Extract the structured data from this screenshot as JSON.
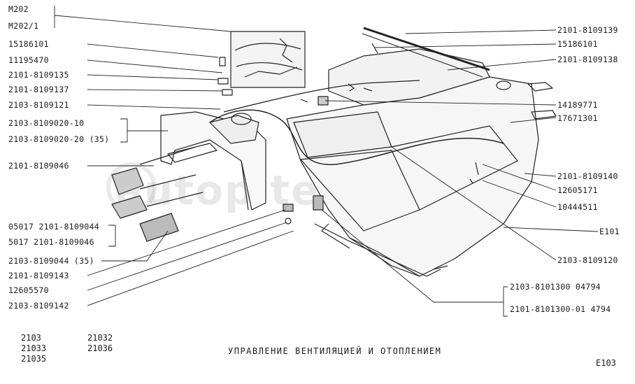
{
  "title": "УПРАВЛЕНИЕ ВЕНТИЛЯЦИЕЙ И ОТОПЛЕНИЕМ",
  "page_code": "E103",
  "watermark": "autopiter.ru",
  "models_col1": [
    "2103",
    "21033",
    "21035"
  ],
  "models_col2": [
    "21032",
    "21036"
  ],
  "left_labels": [
    "M202",
    "M202/1",
    "15186101",
    "11195470",
    "2101-8109135",
    "2101-8109137",
    "2103-8109121",
    "2103-8109020-10",
    "2103-8109020-20 (35)",
    "2101-8109046",
    "05017 2101-8109044",
    "5017  2101-8109046",
    "2103-8109044 (35)",
    "2101-8109143",
    "12605570",
    "2103-8109142"
  ],
  "right_labels": [
    "2101-8109139",
    "15186101",
    "2101-8109138",
    "14189771",
    "17671301",
    "2101-8109140",
    "12605171",
    "10444511",
    "E101",
    "2103-8109120"
  ],
  "bottom_right_labels": [
    "2103-8101300    04794",
    "2101-8101300-01 4794"
  ]
}
